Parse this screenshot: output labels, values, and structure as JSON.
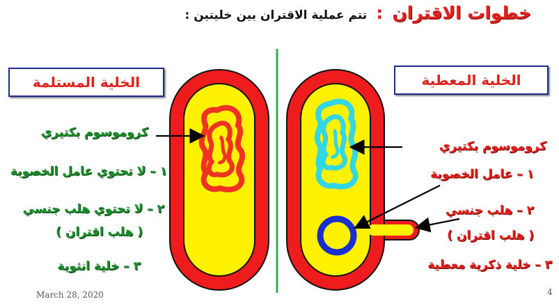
{
  "title": {
    "main": "خطوات الاقتران",
    "colon": ":",
    "subtitle": "تتم عملية الاقتران بين خليتين :"
  },
  "recipient": {
    "label": "الخلية المستلمة",
    "chromosome": "كروموسوم بكتيري",
    "item1": "١ – لا تحتوي عامل الخصوبة",
    "item2_line1": "٢ – لا تحتوي هلب جنسي",
    "item2_line2": "( هلب اقتران )",
    "item3": "٣ – خلية انثوية"
  },
  "donor": {
    "label": "الخلية المعطية",
    "chromosome": "كروموسوم بكتيري",
    "item1": "١ – عامل الخصوبة",
    "item2_line1": "٢ – هلب جنسي",
    "item2_line2": "( هلب اقتران )",
    "item3": "٣ – خلية ذكرية معطية"
  },
  "footer": {
    "date": "March 28, 2020",
    "page": "4"
  },
  "colors": {
    "title_red": "#e0211b",
    "green_text": "#1c8f2c",
    "cell_wall": "#ee1c1c",
    "cytoplasm": "#fff200",
    "donor_chromosome": "#33d6e6",
    "recipient_chromosome": "#ee3322",
    "plasmid": "#1a2fd0",
    "divider": "#2eaa5a"
  }
}
